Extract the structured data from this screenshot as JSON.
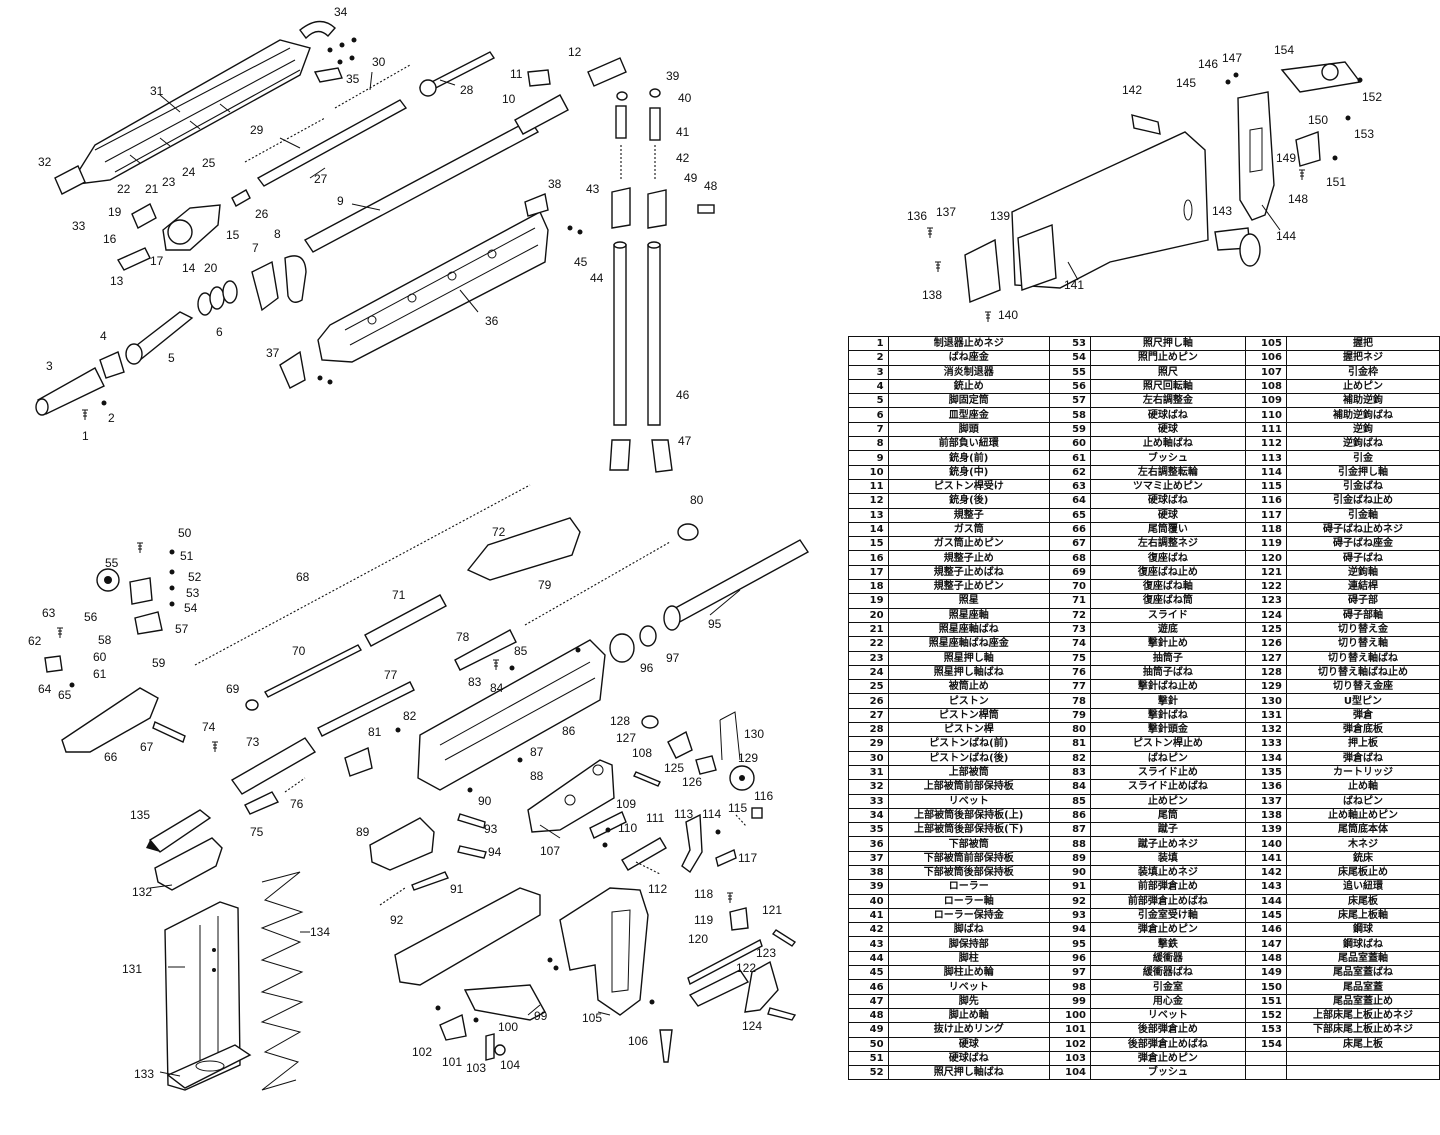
{
  "callouts": [
    "1",
    "2",
    "3",
    "4",
    "5",
    "6",
    "7",
    "8",
    "9",
    "10",
    "11",
    "12",
    "13",
    "14",
    "15",
    "16",
    "17",
    "19",
    "20",
    "21",
    "22",
    "23",
    "24",
    "25",
    "26",
    "27",
    "28",
    "29",
    "30",
    "31",
    "32",
    "33",
    "34",
    "35",
    "36",
    "37",
    "38",
    "39",
    "40",
    "41",
    "42",
    "43",
    "44",
    "45",
    "46",
    "47",
    "48",
    "49",
    "50",
    "51",
    "52",
    "53",
    "54",
    "55",
    "56",
    "57",
    "58",
    "59",
    "60",
    "61",
    "62",
    "63",
    "64",
    "65",
    "66",
    "67",
    "68",
    "69",
    "70",
    "71",
    "72",
    "73",
    "74",
    "75",
    "76",
    "77",
    "78",
    "79",
    "80",
    "81",
    "82",
    "83",
    "84",
    "85",
    "86",
    "87",
    "88",
    "89",
    "90",
    "91",
    "92",
    "93",
    "94",
    "95",
    "96",
    "97",
    "99",
    "100",
    "101",
    "102",
    "103",
    "104",
    "105",
    "106",
    "107",
    "108",
    "109",
    "110",
    "111",
    "112",
    "113",
    "114",
    "115",
    "116",
    "117",
    "118",
    "119",
    "120",
    "121",
    "122",
    "123",
    "124",
    "125",
    "126",
    "127",
    "128",
    "129",
    "130",
    "131",
    "132",
    "133",
    "134",
    "135",
    "136",
    "137",
    "138",
    "139",
    "140",
    "141",
    "142",
    "143",
    "144",
    "145",
    "146",
    "147",
    "148",
    "149",
    "150",
    "151",
    "152",
    "153",
    "154"
  ],
  "parts": [
    [
      "1",
      "制退器止めネジ"
    ],
    [
      "2",
      "ばね座金"
    ],
    [
      "3",
      "消炎制退器"
    ],
    [
      "4",
      "銃止め"
    ],
    [
      "5",
      "脚固定筒"
    ],
    [
      "6",
      "皿型座金"
    ],
    [
      "7",
      "脚頭"
    ],
    [
      "8",
      "前部負い紐環"
    ],
    [
      "9",
      "銃身(前)"
    ],
    [
      "10",
      "銃身(中)"
    ],
    [
      "11",
      "ピストン桿受け"
    ],
    [
      "12",
      "銃身(後)"
    ],
    [
      "13",
      "規整子"
    ],
    [
      "14",
      "ガス筒"
    ],
    [
      "15",
      "ガス筒止めピン"
    ],
    [
      "16",
      "規整子止め"
    ],
    [
      "17",
      "規整子止めばね"
    ],
    [
      "18",
      "規整子止めピン"
    ],
    [
      "19",
      "照星"
    ],
    [
      "20",
      "照星座軸"
    ],
    [
      "21",
      "照星座軸ばね"
    ],
    [
      "22",
      "照星座軸ばね座金"
    ],
    [
      "23",
      "照星押し軸"
    ],
    [
      "24",
      "照星押し軸ばね"
    ],
    [
      "25",
      "被筒止め"
    ],
    [
      "26",
      "ピストン"
    ],
    [
      "27",
      "ピストン桿筒"
    ],
    [
      "28",
      "ピストン桿"
    ],
    [
      "29",
      "ピストンばね(前)"
    ],
    [
      "30",
      "ピストンばね(後)"
    ],
    [
      "31",
      "上部被筒"
    ],
    [
      "32",
      "上部被筒前部保持板"
    ],
    [
      "33",
      "リベット"
    ],
    [
      "34",
      "上部被筒後部保持板(上)"
    ],
    [
      "35",
      "上部被筒後部保持板(下)"
    ],
    [
      "36",
      "下部被筒"
    ],
    [
      "37",
      "下部被筒前部保持板"
    ],
    [
      "38",
      "下部被筒後部保持板"
    ],
    [
      "39",
      "ローラー"
    ],
    [
      "40",
      "ローラー軸"
    ],
    [
      "41",
      "ローラー保持金"
    ],
    [
      "42",
      "脚ばね"
    ],
    [
      "43",
      "脚保持部"
    ],
    [
      "44",
      "脚柱"
    ],
    [
      "45",
      "脚柱止め輪"
    ],
    [
      "46",
      "リベット"
    ],
    [
      "47",
      "脚先"
    ],
    [
      "48",
      "脚止め軸"
    ],
    [
      "49",
      "抜け止めリング"
    ],
    [
      "50",
      "硬球"
    ],
    [
      "51",
      "硬球ばね"
    ],
    [
      "52",
      "照尺押し軸ばね"
    ],
    [
      "53",
      "照尺押し軸"
    ],
    [
      "54",
      "照門止めピン"
    ],
    [
      "55",
      "照尺"
    ],
    [
      "56",
      "照尺回転軸"
    ],
    [
      "57",
      "左右調整金"
    ],
    [
      "58",
      "硬球ばね"
    ],
    [
      "59",
      "硬球"
    ],
    [
      "60",
      "止め軸ばね"
    ],
    [
      "61",
      "ブッシュ"
    ],
    [
      "62",
      "左右調整転輪"
    ],
    [
      "63",
      "ツマミ止めピン"
    ],
    [
      "64",
      "硬球ばね"
    ],
    [
      "65",
      "硬球"
    ],
    [
      "66",
      "尾筒覆い"
    ],
    [
      "67",
      "左右調整ネジ"
    ],
    [
      "68",
      "復座ばね"
    ],
    [
      "69",
      "復座ばね止め"
    ],
    [
      "70",
      "復座ばね軸"
    ],
    [
      "71",
      "復座ばね筒"
    ],
    [
      "72",
      "スライド"
    ],
    [
      "73",
      "遊底"
    ],
    [
      "74",
      "撃針止め"
    ],
    [
      "75",
      "抽筒子"
    ],
    [
      "76",
      "抽筒子ばね"
    ],
    [
      "77",
      "撃針ばね止め"
    ],
    [
      "78",
      "撃針"
    ],
    [
      "79",
      "撃針ばね"
    ],
    [
      "80",
      "撃針頭金"
    ],
    [
      "81",
      "ピストン桿止め"
    ],
    [
      "82",
      "ばねピン"
    ],
    [
      "83",
      "スライド止め"
    ],
    [
      "84",
      "スライド止めばね"
    ],
    [
      "85",
      "止めピン"
    ],
    [
      "86",
      "尾筒"
    ],
    [
      "87",
      "蹴子"
    ],
    [
      "88",
      "蹴子止めネジ"
    ],
    [
      "89",
      "装填"
    ],
    [
      "90",
      "装填止めネジ"
    ],
    [
      "91",
      "前部弾倉止め"
    ],
    [
      "92",
      "前部弾倉止めばね"
    ],
    [
      "93",
      "引金室受け軸"
    ],
    [
      "94",
      "弾倉止めピン"
    ],
    [
      "95",
      "撃鉄"
    ],
    [
      "96",
      "緩衝器"
    ],
    [
      "97",
      "緩衝器ばね"
    ],
    [
      "98",
      "引金室"
    ],
    [
      "99",
      "用心金"
    ],
    [
      "100",
      "リベット"
    ],
    [
      "101",
      "後部弾倉止め"
    ],
    [
      "102",
      "後部弾倉止めばね"
    ],
    [
      "103",
      "弾倉止めピン"
    ],
    [
      "104",
      "ブッシュ"
    ],
    [
      "105",
      "握把"
    ],
    [
      "106",
      "握把ネジ"
    ],
    [
      "107",
      "引金枠"
    ],
    [
      "108",
      "止めピン"
    ],
    [
      "109",
      "補助逆鉤"
    ],
    [
      "110",
      "補助逆鉤ばね"
    ],
    [
      "111",
      "逆鉤"
    ],
    [
      "112",
      "逆鉤ばね"
    ],
    [
      "113",
      "引金"
    ],
    [
      "114",
      "引金押し軸"
    ],
    [
      "115",
      "引金ばね"
    ],
    [
      "116",
      "引金ばね止め"
    ],
    [
      "117",
      "引金軸"
    ],
    [
      "118",
      "碍子ばね止めネジ"
    ],
    [
      "119",
      "碍子ばね座金"
    ],
    [
      "120",
      "碍子ばね"
    ],
    [
      "121",
      "逆鉤軸"
    ],
    [
      "122",
      "連結桿"
    ],
    [
      "123",
      "碍子部"
    ],
    [
      "124",
      "碍子部軸"
    ],
    [
      "125",
      "切り替え金"
    ],
    [
      "126",
      "切り替え軸"
    ],
    [
      "127",
      "切り替え軸ばね"
    ],
    [
      "128",
      "切り替え軸ばね止め"
    ],
    [
      "129",
      "切り替え金座"
    ],
    [
      "130",
      "U型ピン"
    ],
    [
      "131",
      "弾倉"
    ],
    [
      "132",
      "弾倉底板"
    ],
    [
      "133",
      "押上板"
    ],
    [
      "134",
      "弾倉ばね"
    ],
    [
      "135",
      "カートリッジ"
    ],
    [
      "136",
      "止め軸"
    ],
    [
      "137",
      "ばねピン"
    ],
    [
      "138",
      "止め軸止めピン"
    ],
    [
      "139",
      "尾筒底本体"
    ],
    [
      "140",
      "木ネジ"
    ],
    [
      "141",
      "銃床"
    ],
    [
      "142",
      "床尾板止め"
    ],
    [
      "143",
      "追い紐環"
    ],
    [
      "144",
      "床尾板"
    ],
    [
      "145",
      "床尾上板軸"
    ],
    [
      "146",
      "鋼球"
    ],
    [
      "147",
      "鋼球ばね"
    ],
    [
      "148",
      "尾品室蓋軸"
    ],
    [
      "149",
      "尾品室蓋ばね"
    ],
    [
      "150",
      "尾品室蓋"
    ],
    [
      "151",
      "尾品室蓋止め"
    ],
    [
      "152",
      "上部床尾上板止めネジ"
    ],
    [
      "153",
      "下部床尾上板止めネジ"
    ],
    [
      "154",
      "床尾上板"
    ]
  ]
}
